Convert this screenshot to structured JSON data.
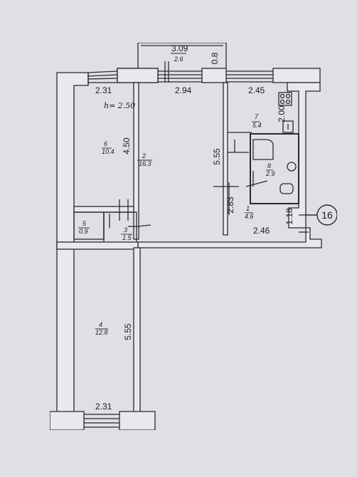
{
  "plan": {
    "apartment_number": "16",
    "ceiling_height": "h= 2.50",
    "rooms": [
      {
        "num": "1",
        "area": "4.6"
      },
      {
        "num": "2",
        "area": "16.3"
      },
      {
        "num": "3",
        "area": "1.5"
      },
      {
        "num": "4",
        "area": "12.8"
      },
      {
        "num": "5",
        "area": "0.9"
      },
      {
        "num": "6",
        "area": "10.4"
      },
      {
        "num": "7",
        "area": "5.4"
      },
      {
        "num": "8",
        "area": "2.9"
      }
    ],
    "balcony": {
      "num": "3.09",
      "area": "2.6",
      "depth": "0.8"
    },
    "dims": {
      "room6_width": "2.31",
      "room6_length": "4.50",
      "room2_width": "2.94",
      "room2_length": "5.55",
      "room7_width": "2.45",
      "room7_length": "2.00",
      "hall_length": "2.83",
      "hall_width": "2.46",
      "hall_small": "1.18",
      "room4_length": "5.55",
      "room4_width": "2.31"
    }
  }
}
